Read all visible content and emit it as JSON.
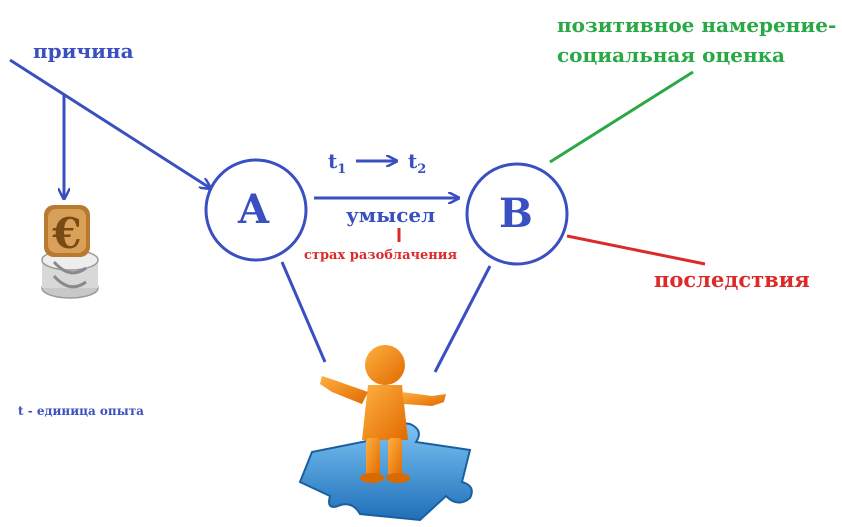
{
  "labels": {
    "cause": "причина",
    "positive_intent_line1": "позитивное намерение-",
    "positive_intent_line2": "социальная оценка",
    "node_a": "A",
    "node_b": "B",
    "t1": "t",
    "t1_sub": "1",
    "t2": "t",
    "t2_sub": "2",
    "intent": "умысел",
    "fear": "страх разоблачения",
    "consequences": "последствия",
    "legend": "t - единица опыта"
  },
  "icons": {
    "euro": "euro-coin-icon",
    "person": "person-on-puzzle-icon"
  },
  "colors": {
    "blue": "#3a4fc0",
    "green": "#2aa845",
    "red": "#dc2a2a",
    "orange": "#f08a10",
    "puzzle": "#3f9be0",
    "euro_gold": "#b87a2e"
  }
}
